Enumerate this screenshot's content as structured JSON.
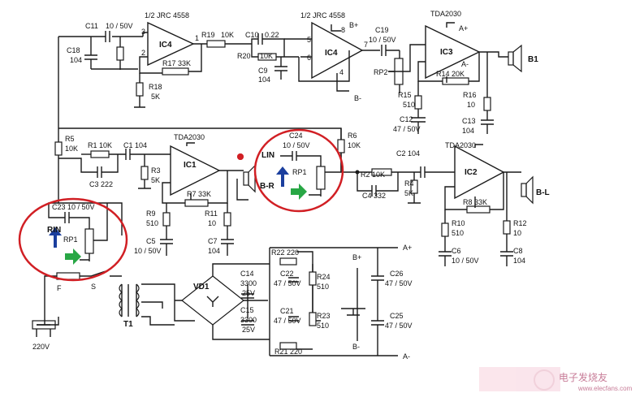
{
  "labels": [
    {
      "name": "c11-label",
      "text": "C11"
    },
    {
      "name": "c11-value",
      "text": "10 / 50V"
    },
    {
      "name": "ic4a-type",
      "text": "1/2 JRC 4558"
    },
    {
      "name": "ic4b-type",
      "text": "1/2 JRC 4558"
    },
    {
      "name": "ic4a-label",
      "text": "IC4"
    },
    {
      "name": "ic4b-label",
      "text": "IC4"
    },
    {
      "name": "c18-label",
      "text": "C18"
    },
    {
      "name": "c18-value",
      "text": "104"
    },
    {
      "name": "r17-label",
      "text": "R17  33K"
    },
    {
      "name": "r18-label",
      "text": "R18"
    },
    {
      "name": "r18-value",
      "text": "5K"
    },
    {
      "name": "r19-label",
      "text": "R19"
    },
    {
      "name": "r19-value",
      "text": "10K"
    },
    {
      "name": "c10-label",
      "text": "C10"
    },
    {
      "name": "c10-value",
      "text": "0.22"
    },
    {
      "name": "r20-label",
      "text": "R20"
    },
    {
      "name": "r20-value",
      "text": "10K"
    },
    {
      "name": "c9-label",
      "text": "C9"
    },
    {
      "name": "c9-value",
      "text": "104"
    },
    {
      "name": "pin3",
      "text": "3"
    },
    {
      "name": "pin2",
      "text": "2"
    },
    {
      "name": "pin1",
      "text": "1"
    },
    {
      "name": "pin5",
      "text": "5"
    },
    {
      "name": "pin6",
      "text": "6"
    },
    {
      "name": "pin8",
      "text": "8"
    },
    {
      "name": "pin7",
      "text": "7"
    },
    {
      "name": "pin4",
      "text": "4"
    },
    {
      "name": "bplus-top",
      "text": "B+"
    },
    {
      "name": "bminus-top",
      "text": "B-"
    },
    {
      "name": "c19-label",
      "text": "C19"
    },
    {
      "name": "c19-value",
      "text": "10 / 50V"
    },
    {
      "name": "rp2-label",
      "text": "RP2"
    },
    {
      "name": "tda-ic3",
      "text": "TDA2030"
    },
    {
      "name": "ic3-label",
      "text": "IC3"
    },
    {
      "name": "ic3-aplus",
      "text": "A+"
    },
    {
      "name": "ic3-aminus",
      "text": "A-"
    },
    {
      "name": "r14-label",
      "text": "R14  20K"
    },
    {
      "name": "r15-label",
      "text": "R15"
    },
    {
      "name": "r15-value",
      "text": "510"
    },
    {
      "name": "r16-label",
      "text": "R16"
    },
    {
      "name": "r16-value",
      "text": "10"
    },
    {
      "name": "c12-label",
      "text": "C12"
    },
    {
      "name": "c12-value",
      "text": "47 / 50V"
    },
    {
      "name": "c13-label",
      "text": "C13"
    },
    {
      "name": "c13-value",
      "text": "104"
    },
    {
      "name": "b1-label",
      "text": "B1"
    },
    {
      "name": "r5-label",
      "text": "R5"
    },
    {
      "name": "r5-value",
      "text": "10K"
    },
    {
      "name": "r1-label",
      "text": "R1  10K"
    },
    {
      "name": "c1-label",
      "text": "C1   104"
    },
    {
      "name": "c3-label",
      "text": "C3  222"
    },
    {
      "name": "r3-label",
      "text": "R3"
    },
    {
      "name": "r3-value",
      "text": "5K"
    },
    {
      "name": "tda-ic1",
      "text": "TDA2030"
    },
    {
      "name": "ic1-label",
      "text": "IC1"
    },
    {
      "name": "r7-label",
      "text": "R7  33K"
    },
    {
      "name": "r9-label",
      "text": "R9"
    },
    {
      "name": "r9-value",
      "text": "510"
    },
    {
      "name": "r11-label",
      "text": "R11"
    },
    {
      "name": "r11-value",
      "text": "10"
    },
    {
      "name": "c5-label",
      "text": "C5"
    },
    {
      "name": "c5-value",
      "text": "10 / 50V"
    },
    {
      "name": "c7-label",
      "text": "C7"
    },
    {
      "name": "c7-value",
      "text": "104"
    },
    {
      "name": "br-label",
      "text": "B-R"
    },
    {
      "name": "lin-label",
      "text": "LIN"
    },
    {
      "name": "c24-label",
      "text": "C24"
    },
    {
      "name": "c24-value",
      "text": "10 / 50V"
    },
    {
      "name": "rp1-right-label",
      "text": "RP1"
    },
    {
      "name": "r6-label",
      "text": "R6"
    },
    {
      "name": "r6-value",
      "text": "10K"
    },
    {
      "name": "r2-label",
      "text": "R2   10K"
    },
    {
      "name": "c2-label",
      "text": "C2   104"
    },
    {
      "name": "c4-label",
      "text": "C4   332"
    },
    {
      "name": "r4-label",
      "text": "R4"
    },
    {
      "name": "r4-value",
      "text": "5K"
    },
    {
      "name": "tda-ic2",
      "text": "TDA2030"
    },
    {
      "name": "ic2-label",
      "text": "IC2"
    },
    {
      "name": "r8-label",
      "text": "R8   33K"
    },
    {
      "name": "r10-label",
      "text": "R10"
    },
    {
      "name": "r10-value",
      "text": "510"
    },
    {
      "name": "r12-label",
      "text": "R12"
    },
    {
      "name": "r12-value",
      "text": "10"
    },
    {
      "name": "c6-label",
      "text": "C6"
    },
    {
      "name": "c6-value",
      "text": "10 / 50V"
    },
    {
      "name": "c8-label",
      "text": "C8"
    },
    {
      "name": "c8-value",
      "text": "104"
    },
    {
      "name": "bl-label",
      "text": "B-L"
    },
    {
      "name": "c23-label",
      "text": "C23  10 / 50V"
    },
    {
      "name": "rin-label",
      "text": "RIN"
    },
    {
      "name": "rp1-left-label",
      "text": "RP1"
    },
    {
      "name": "f-label",
      "text": "F"
    },
    {
      "name": "s-label",
      "text": "S"
    },
    {
      "name": "t1-label",
      "text": "T1"
    },
    {
      "name": "vd1-label",
      "text": "VD1"
    },
    {
      "name": "v220-label",
      "text": "220V"
    },
    {
      "name": "c14-label",
      "text": "C14"
    },
    {
      "name": "c14-value",
      "text": "3300"
    },
    {
      "name": "c14-volt",
      "text": "25V"
    },
    {
      "name": "c15-label",
      "text": "C15"
    },
    {
      "name": "c15-value",
      "text": "3300"
    },
    {
      "name": "c15-volt",
      "text": "25V"
    },
    {
      "name": "r22-label",
      "text": "R22   220"
    },
    {
      "name": "r21-label",
      "text": "R21   220"
    },
    {
      "name": "c22-label",
      "text": "C22"
    },
    {
      "name": "c22-value",
      "text": "47 / 50V"
    },
    {
      "name": "c21-label",
      "text": "C21"
    },
    {
      "name": "c21-value",
      "text": "47 / 50V"
    },
    {
      "name": "r24-label",
      "text": "R24"
    },
    {
      "name": "r24-value",
      "text": "510"
    },
    {
      "name": "r23-label",
      "text": "R23"
    },
    {
      "name": "r23-value",
      "text": "510"
    },
    {
      "name": "bplus-psu",
      "text": "B+"
    },
    {
      "name": "bminus-psu",
      "text": "B-"
    },
    {
      "name": "aplus-psu",
      "text": "A+"
    },
    {
      "name": "aminus-psu",
      "text": "A-"
    },
    {
      "name": "c26-label",
      "text": "C26"
    },
    {
      "name": "c26-value",
      "text": "47 / 50V"
    },
    {
      "name": "c25-label",
      "text": "C25"
    },
    {
      "name": "c25-value",
      "text": "47 / 50V"
    }
  ],
  "watermark": {
    "text": "电子发烧友",
    "url": "www.elecfans.com"
  }
}
